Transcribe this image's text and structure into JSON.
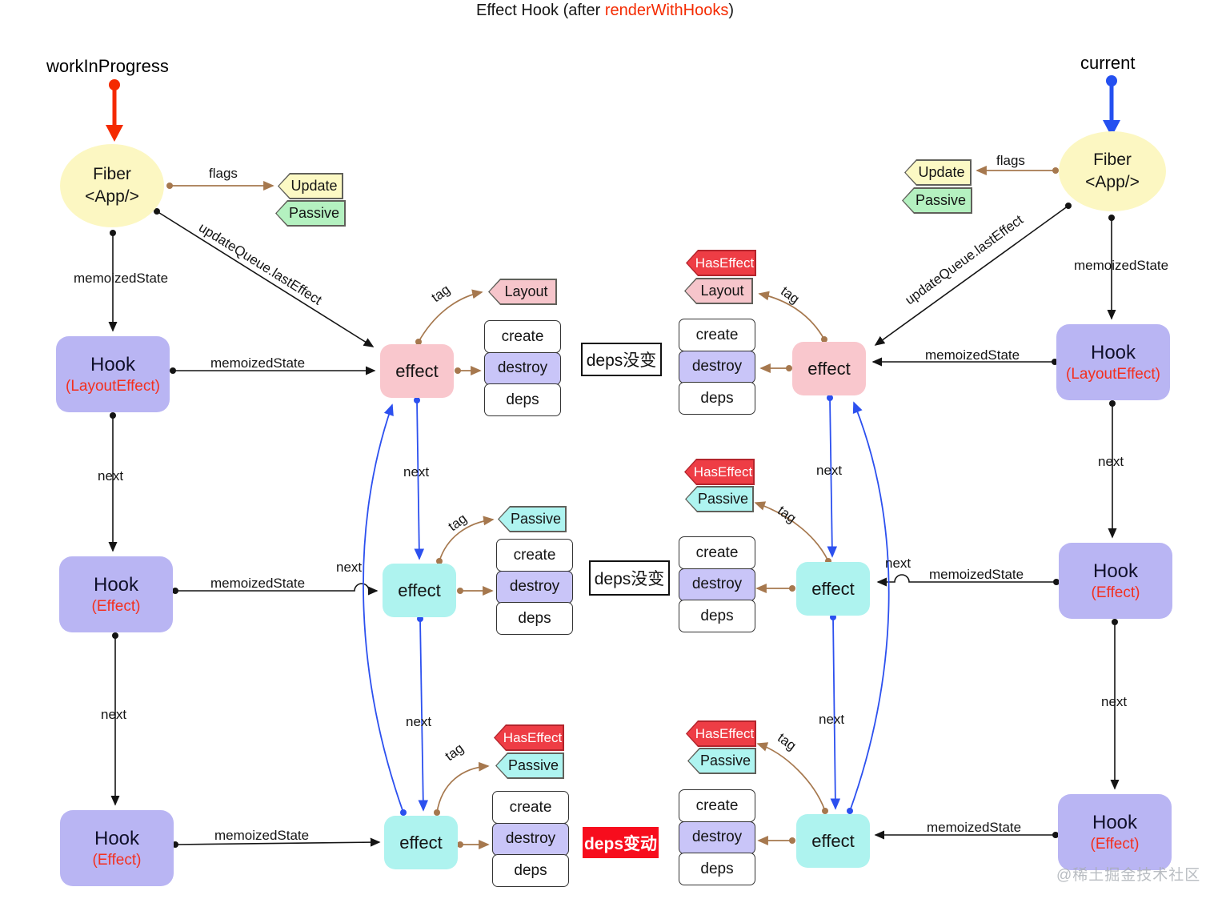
{
  "title": {
    "prefix": "Effect Hook (after ",
    "highlight": "renderWithHooks",
    "suffix": ")"
  },
  "pointers": {
    "work_in_progress": "workInProgress",
    "current": "current"
  },
  "fiber": {
    "line1": "Fiber",
    "line2": "<App/>"
  },
  "flag_tags": {
    "update": "Update",
    "passive": "Passive"
  },
  "effect_tags": {
    "layout": "Layout",
    "passive": "Passive",
    "has_effect": "HasEffect"
  },
  "hook": {
    "title": "Hook",
    "layout_effect": "(LayoutEffect)",
    "effect": "(Effect)"
  },
  "effect_node": {
    "label": "effect",
    "create": "create",
    "destroy": "destroy",
    "deps": "deps"
  },
  "edge_labels": {
    "flags": "flags",
    "memoized_state": "memoizedState",
    "update_queue": "updateQueue.lastEffect",
    "next": "next",
    "tag": "tag"
  },
  "notes": {
    "deps_unchanged": "deps没变",
    "deps_changed": "deps变动"
  },
  "watermark": "@稀土掘金技术社区",
  "colors": {
    "accent_red": "#f42a00",
    "pointer_blue": "#2450f0",
    "arrow_brown": "#a6784e",
    "arrow_blue": "#2c50ef",
    "hook_fill": "#b9b5f3",
    "hook_text": "#10102a",
    "paren_red": "#f3301f",
    "effect_pink": "#f9c7cd",
    "effect_cyan": "#aef3ef",
    "destroy_fill": "#c9c5f8",
    "tag_layout": "#f6c5cb",
    "tag_passive_cyan": "#aef4f0",
    "tag_has_effect": "#ee3d45",
    "tag_update": "#fcf9c4",
    "tag_passive_green": "#b4f1c0",
    "fiber_fill": "#fcf7c2",
    "note_changed_bg": "#f70d1d",
    "watermark_gray": "#a8adb3"
  }
}
